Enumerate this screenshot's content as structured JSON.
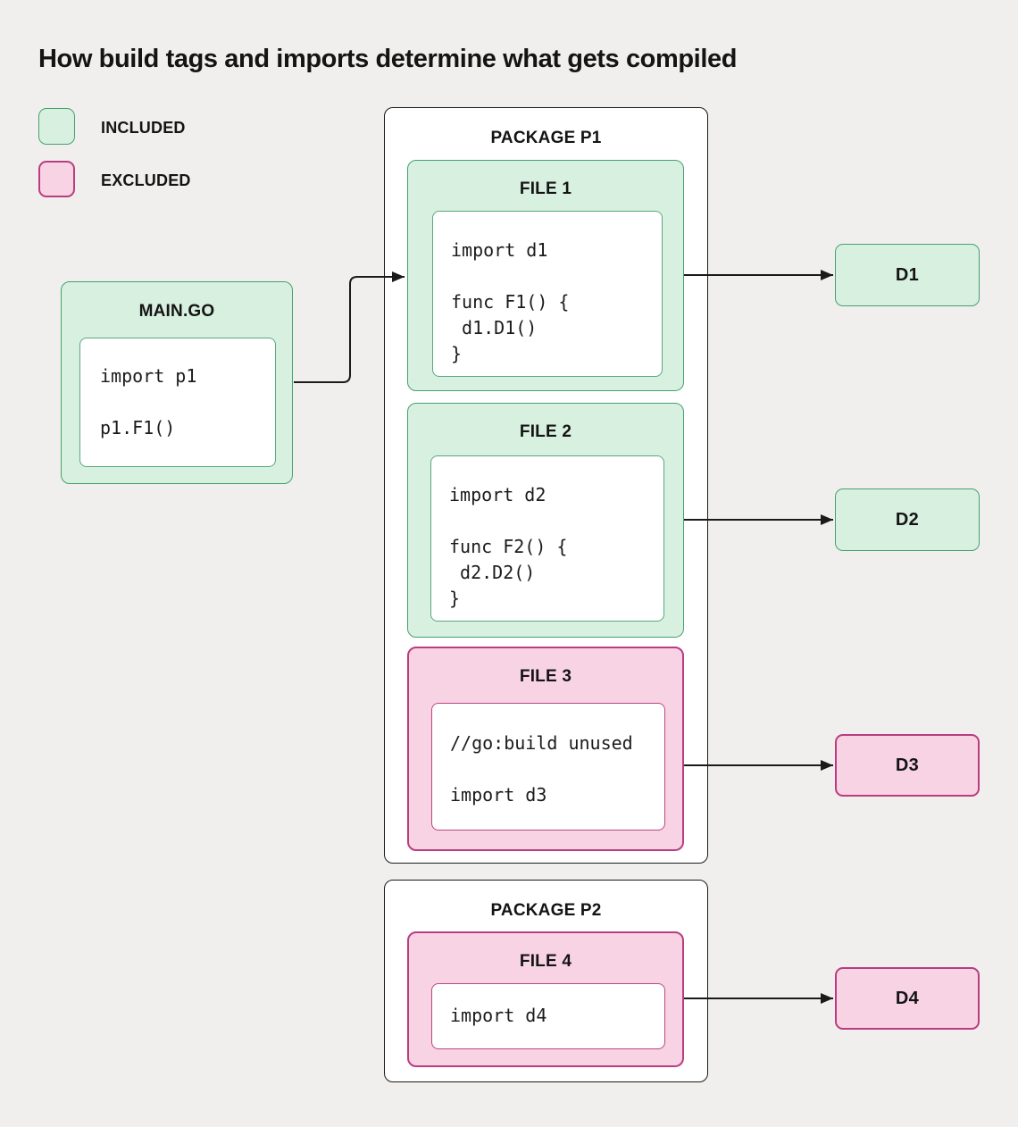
{
  "title": "How build tags and imports determine what gets compiled",
  "legend": {
    "included_label": "INCLUDED",
    "excluded_label": "EXCLUDED"
  },
  "colors": {
    "background": "#f0efed",
    "included_fill": "#d8f0e0",
    "included_border": "#47a06f",
    "excluded_fill": "#f8d3e3",
    "excluded_border": "#b93d7f",
    "wire": "#1a1a1a"
  },
  "main_go": {
    "title": "MAIN.GO",
    "status": "included",
    "code": "import p1\n\np1.F1()"
  },
  "package_p1": {
    "title": "PACKAGE P1",
    "files": [
      {
        "name": "FILE 1",
        "status": "included",
        "code": "import d1\n\nfunc F1() {\n d1.D1()\n}"
      },
      {
        "name": "FILE 2",
        "status": "included",
        "code": "import d2\n\nfunc F2() {\n d2.D2()\n}"
      },
      {
        "name": "FILE 3",
        "status": "excluded",
        "code": "//go:build unused\n\nimport d3"
      }
    ]
  },
  "package_p2": {
    "title": "PACKAGE P2",
    "files": [
      {
        "name": "FILE 4",
        "status": "excluded",
        "code": "import d4"
      }
    ]
  },
  "dependencies": [
    {
      "label": "D1",
      "status": "included"
    },
    {
      "label": "D2",
      "status": "included"
    },
    {
      "label": "D3",
      "status": "excluded"
    },
    {
      "label": "D4",
      "status": "excluded"
    }
  ],
  "arrows": [
    {
      "from": "main.go",
      "to": "file-1"
    },
    {
      "from": "file-1",
      "to": "d1"
    },
    {
      "from": "file-2",
      "to": "d2"
    },
    {
      "from": "file-3",
      "to": "d3"
    },
    {
      "from": "file-4",
      "to": "d4"
    }
  ]
}
